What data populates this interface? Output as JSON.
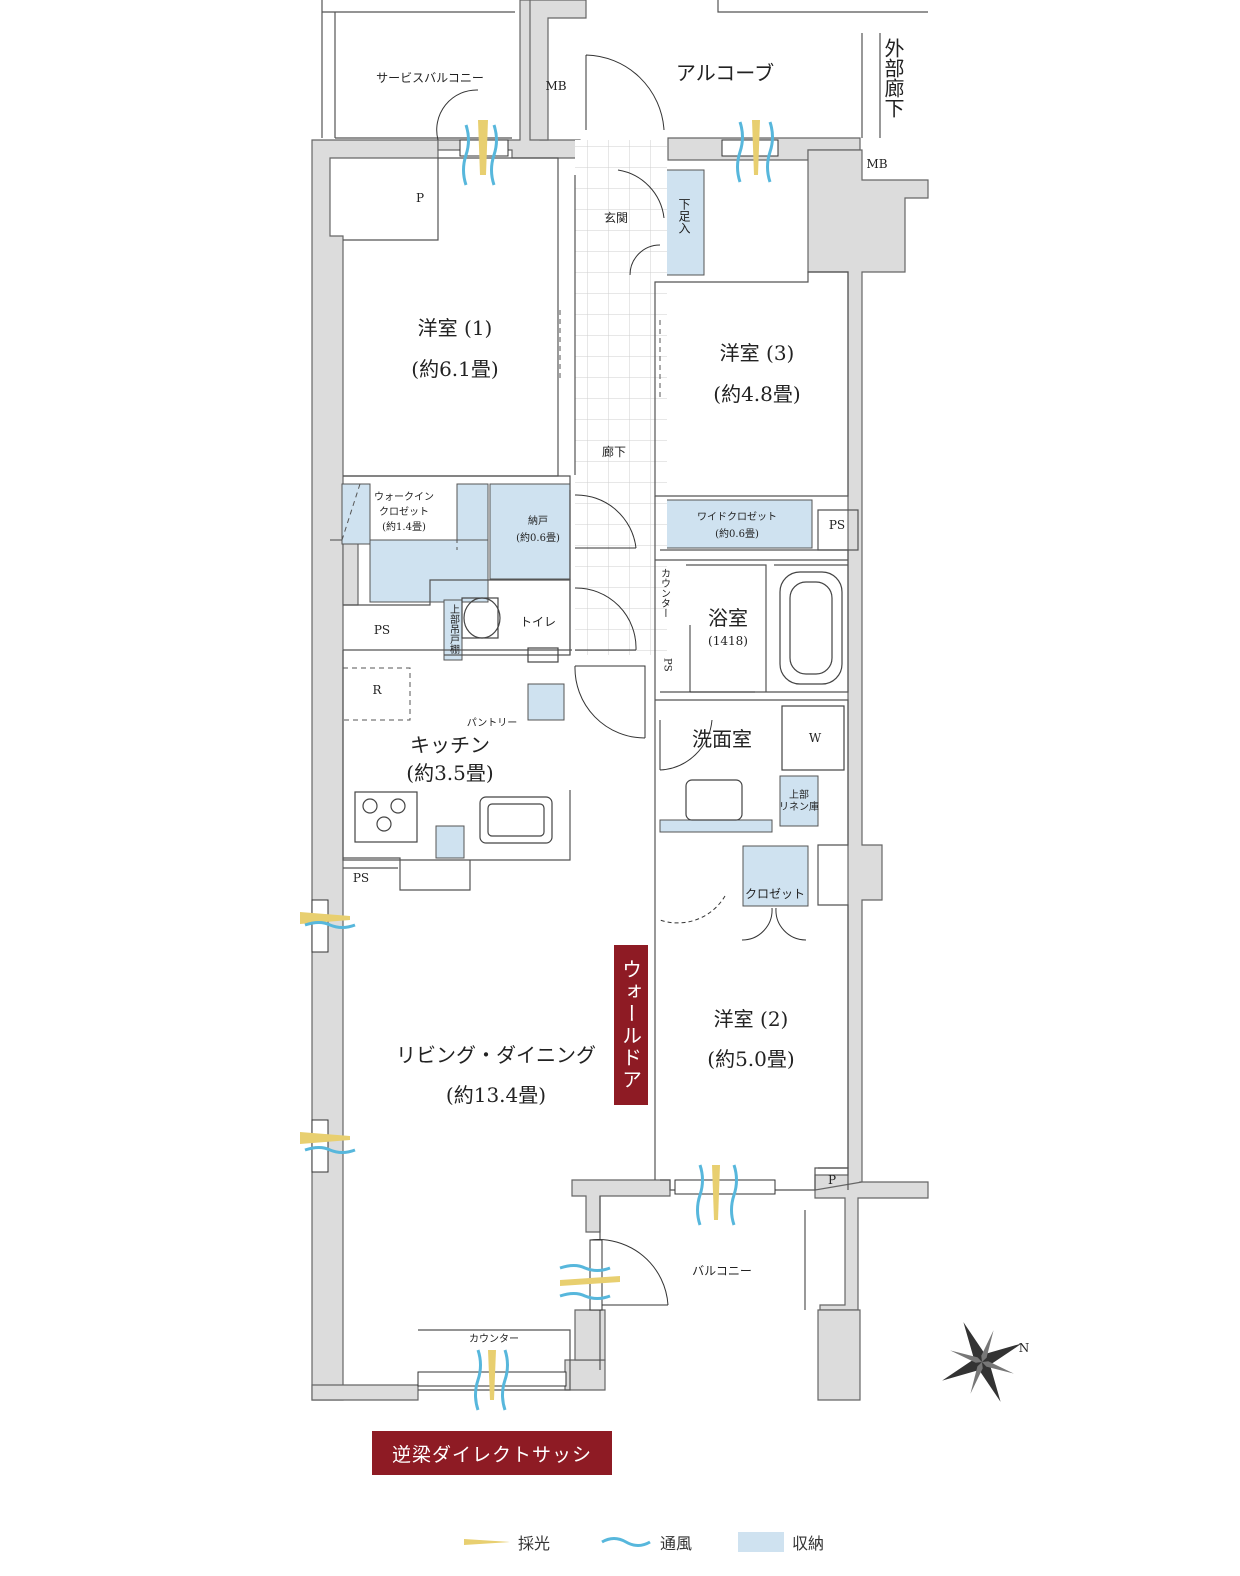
{
  "rooms": {
    "service_balcony": "サービスバルコニー",
    "mb_top": "MB",
    "alcove": "アルコーブ",
    "outer_corridor": "外部廊下",
    "mb_right": "MB",
    "p_top": "P",
    "entrance": "玄関",
    "shoe_box": "下足入",
    "western1_name": "洋室 (1)",
    "western1_size": "(約6.1畳)",
    "western3_name": "洋室 (3)",
    "western3_size": "(約4.8畳)",
    "hallway": "廊下",
    "walkin_1": "ウォークイン",
    "walkin_2": "クロゼット",
    "walkin_3": "(約1.4畳)",
    "storage_1": "納戸",
    "storage_2": "(約0.6畳)",
    "wide_closet_1": "ワイドクロゼット",
    "wide_closet_2": "(約0.6畳)",
    "ps_right": "PS",
    "counter_small": "カウンター",
    "bathroom_name": "浴室",
    "bathroom_size": "(1418)",
    "ps_bath": "PS",
    "ps_left": "PS",
    "upper_shelf": "上部吊戸棚",
    "toilet": "トイレ",
    "fridge": "R",
    "pantry": "パントリー",
    "kitchen_name": "キッチン",
    "kitchen_size": "(約3.5畳)",
    "washroom": "洗面室",
    "washer": "W",
    "linen_1": "上部",
    "linen_2": "リネン庫",
    "closet": "クロゼット",
    "ps_kitchen": "PS",
    "living_name": "リビング・ダイニング",
    "living_size": "(約13.4畳)",
    "western2_name": "洋室 (2)",
    "western2_size": "(約5.0畳)",
    "p_bottom": "P",
    "balcony": "バルコニー",
    "counter_bottom": "カウンター",
    "north": "N"
  },
  "badges": {
    "wall_door": "ウォールドア",
    "direct_sash": "逆梁ダイレクトサッシ"
  },
  "legend": {
    "light": "採光",
    "ventilation": "通風",
    "storage": "収納"
  },
  "colors": {
    "storage_fill": "#cfe2f0",
    "light_marker": "#e8cf70",
    "wind_marker": "#57b7dc",
    "badge": "#8e1b24",
    "wall": "#dcdcdc"
  }
}
